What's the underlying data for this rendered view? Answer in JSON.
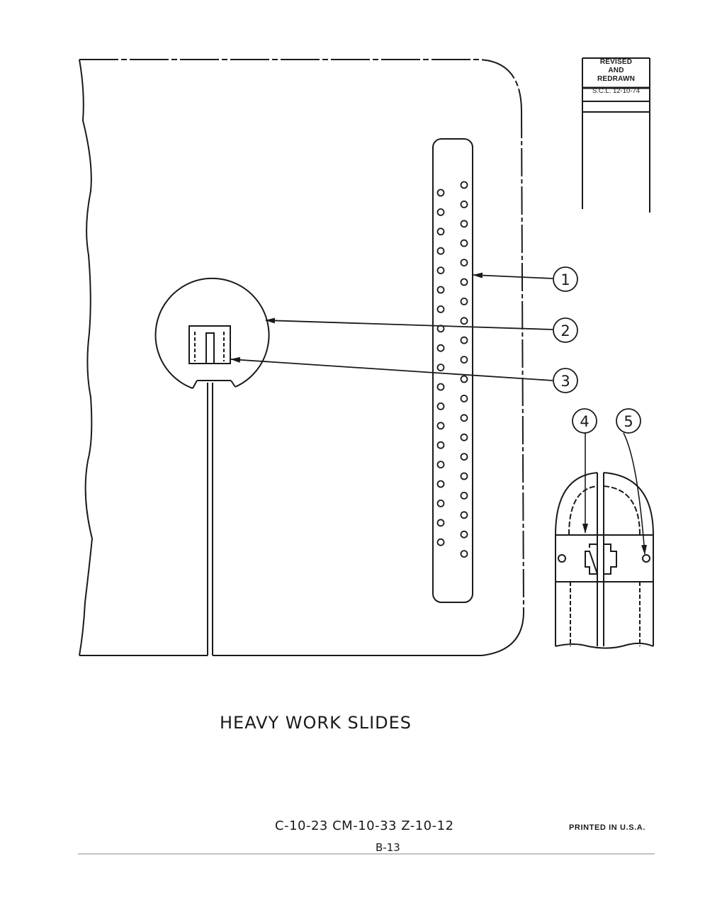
{
  "revision_stamp": {
    "line1": "REVISED",
    "line2": "AND",
    "line3": "REDRAWN",
    "signature": "S.C.L. 12-10-74"
  },
  "callouts": [
    "1",
    "2",
    "3",
    "4",
    "5"
  ],
  "title": "HEAVY WORK SLIDES",
  "part_numbers": "C-10-23  CM-10-33  Z-10-12",
  "printed_in": "PRINTED IN U.S.A.",
  "page_number": "B-13"
}
